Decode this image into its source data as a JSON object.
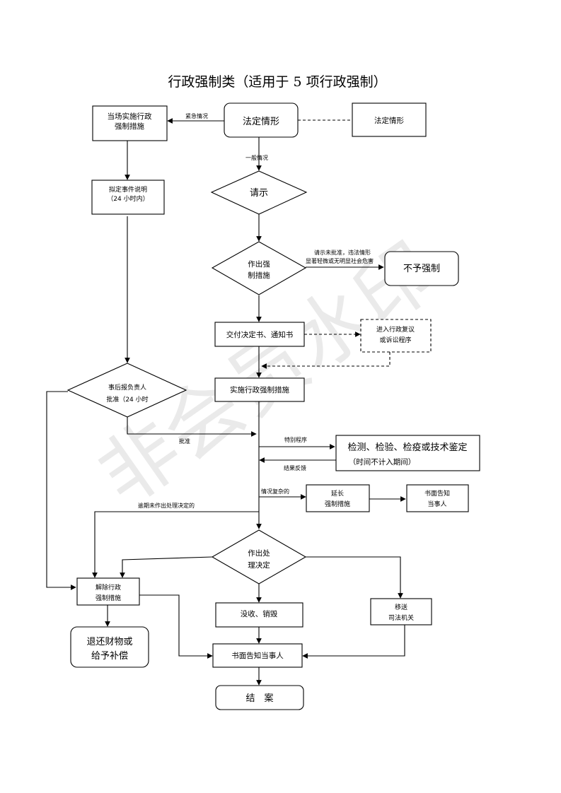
{
  "title": "行政强制类（适用于 5 项行政强制）",
  "watermark": "非会员水印",
  "nodes": {
    "onsite": [
      "当场实施行政",
      "强制措施"
    ],
    "legal_center": "法定情形",
    "legal_right": "法定情形",
    "draft_note": [
      "拟定事件说明",
      "（24 小时内）"
    ],
    "request": "请示",
    "decide": [
      "作出强",
      "制措施"
    ],
    "no_enforce": "不予强制",
    "deliver": "交付决定书、通知书",
    "review": [
      "进入行政复议",
      "或诉讼程序"
    ],
    "report": [
      "事后报负责人",
      "批准（24 小时"
    ],
    "implement": "实施行政强制措施",
    "testing": [
      "检测、检验、检疫或技术鉴定",
      "（时间不计入期间）"
    ],
    "extend": [
      "延长",
      "强制措施"
    ],
    "notify_party_1": [
      "书面告知",
      "当事人"
    ],
    "process_decision": [
      "作出处",
      "理决定"
    ],
    "release": [
      "解除行政",
      "强制措施"
    ],
    "return_property": [
      "退还财物或",
      "给予补偿"
    ],
    "confiscate": "没收、销毁",
    "transfer": [
      "移送",
      "司法机关"
    ],
    "notify_party_2": "书面告知当事人",
    "close_case": "结　案"
  },
  "edge_labels": {
    "emergency": "紧急情况",
    "general": "一般情况",
    "not_approved": [
      "请示未批准，违法情形",
      "显著轻微或无明显社会危害"
    ],
    "approved": "批准",
    "special": "特别程序",
    "feedback": "结果反馈",
    "complex": "情况复杂的",
    "overdue": "逾期未作出处理决定的"
  }
}
